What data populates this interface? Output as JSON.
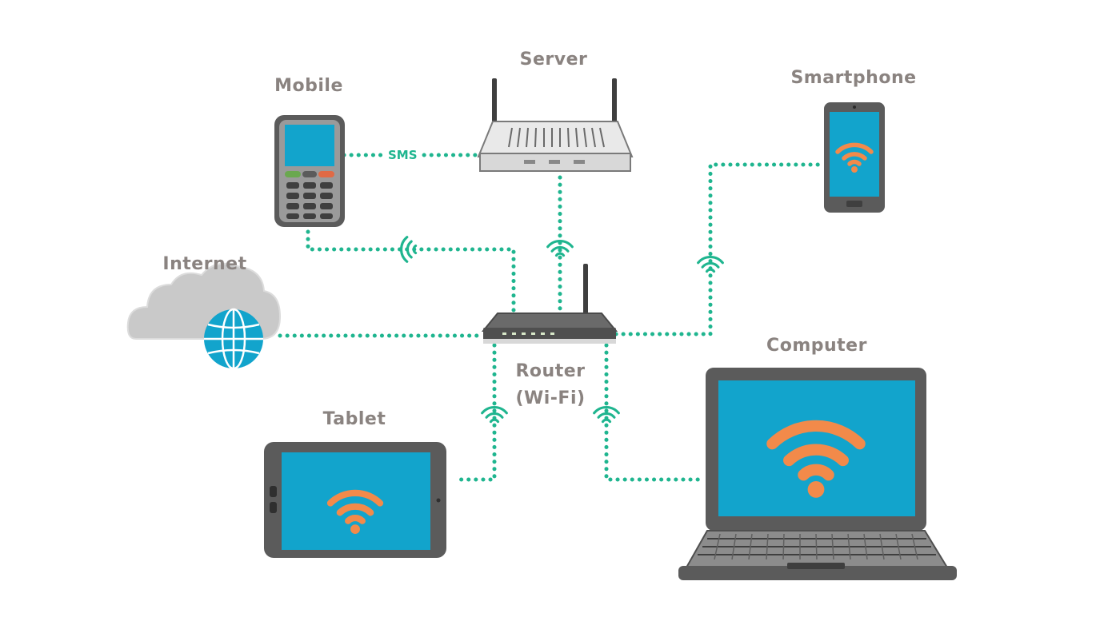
{
  "labels": {
    "server": "Server",
    "mobile": "Mobile",
    "smartphone": "Smartphone",
    "internet": "Internet",
    "router_line1": "Router",
    "router_line2": "(Wi-Fi)",
    "tablet": "Tablet",
    "computer": "Computer",
    "sms": "SMS"
  },
  "colors": {
    "link": "#1fb58f",
    "wifi_symbol": "#f28a4a",
    "screen": "#12a4cc",
    "device_body": "#5b5b5b",
    "label_text": "#8a8380"
  }
}
